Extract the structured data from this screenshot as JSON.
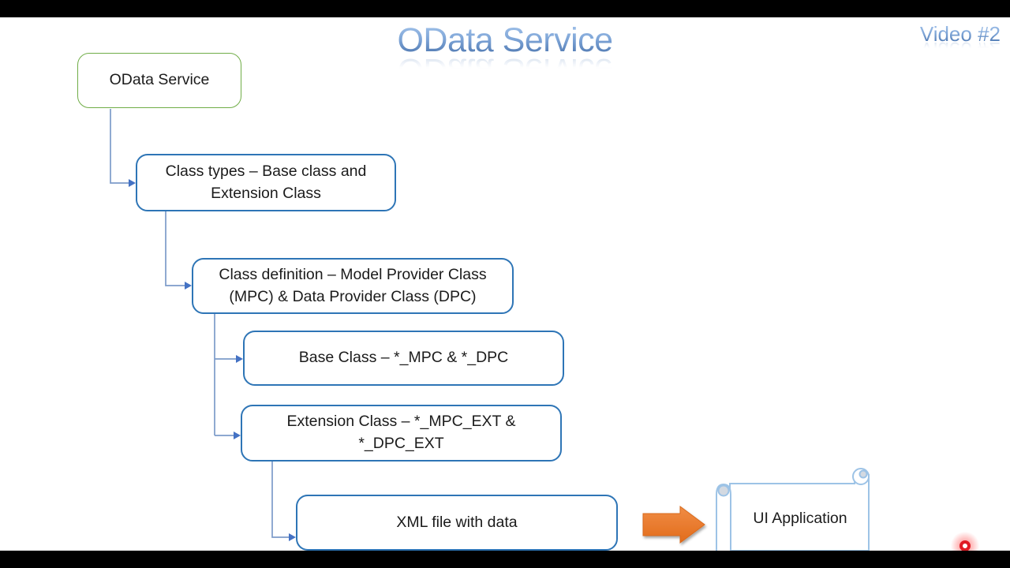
{
  "header": {
    "title": "OData Service",
    "video_label": "Video #2"
  },
  "diagram": {
    "nodes": [
      {
        "id": "odata-service",
        "label": "OData Service"
      },
      {
        "id": "class-types",
        "label": "Class types – Base class and Extension Class"
      },
      {
        "id": "class-definition",
        "label": "Class definition – Model Provider Class (MPC) & Data Provider Class (DPC)"
      },
      {
        "id": "base-class",
        "label": "Base Class – *_MPC & *_DPC"
      },
      {
        "id": "extension-class",
        "label": "Extension Class – *_MPC_EXT & *_DPC_EXT"
      },
      {
        "id": "xml-file",
        "label": "XML file with data"
      },
      {
        "id": "ui-application",
        "label": "UI Application"
      }
    ],
    "colors": {
      "root_node_border": "#70AD47",
      "node_border": "#2E75B6",
      "connector_line": "#7D9BC9",
      "connector_arrow": "#4472C4",
      "flow_arrow_fill": "#ED7D31",
      "scroll_border": "#9DC3E6",
      "title_blue": "#4A7EBB",
      "recording_red": "#E01B24"
    }
  }
}
